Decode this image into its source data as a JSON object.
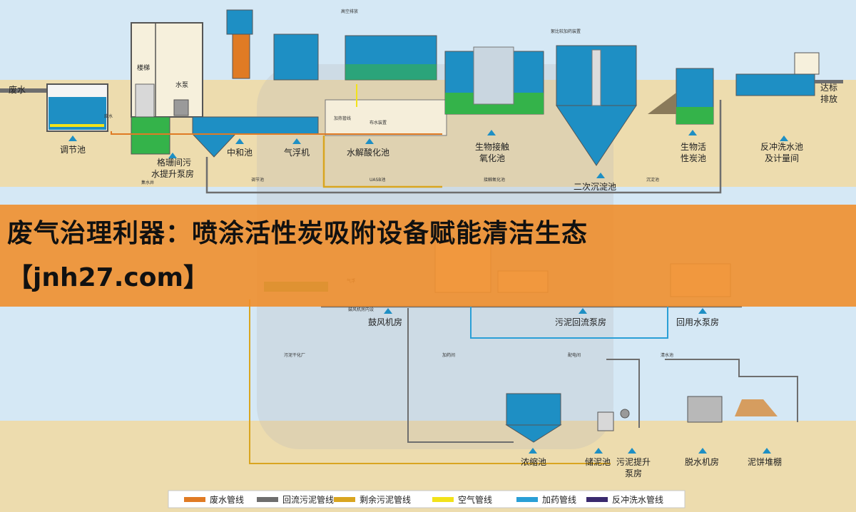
{
  "colors": {
    "sky": "#cfe4f3",
    "ground": "#ecd9a8",
    "water": "#1e8fc4",
    "water_green": "#34b34a",
    "banner": "#f08c28",
    "pipe_waste": "#e07b24",
    "pipe_return": "#6e6e6e",
    "pipe_excess": "#d9a520",
    "pipe_air": "#f2e21a",
    "pipe_dosing": "#2a9fd6",
    "pipe_backwash": "#3a2a6e"
  },
  "banner": {
    "title": "废气治理利器：喷涂活性炭吸附设备赋能清洁生态",
    "url": "【jnh27.com】"
  },
  "labels": {
    "waste_water": "废水",
    "discharge": [
      "达标",
      "排放"
    ],
    "regulating_pool": "调节池",
    "grid_room": [
      "格珊间污",
      "水提升泵房"
    ],
    "neutralizing_pool": "中和池",
    "air_floater": "气浮机",
    "hydrolysis_pool": "水解酸化池",
    "bio_contact": [
      "生物接触",
      "氧化池"
    ],
    "secondary_settling": "二次沉淀池",
    "bio_carbon": [
      "生物活",
      "性炭池"
    ],
    "backwash_pool": [
      "反冲洗水池",
      "及计量间"
    ],
    "stairs": "楼梯",
    "pump": "水泵",
    "blower_room": "鼓风机房",
    "sludge_return_pump": "污泥回流泵房",
    "reuse_pump": "回用水泵房",
    "thickener": "浓缩池",
    "sludge_storage": "储泥池",
    "sludge_lift": [
      "污泥提升",
      "泵房"
    ],
    "dewatering_room": "脱水机房",
    "cake_shed": "泥饼堆棚"
  },
  "small_labels": {
    "high_exhaust": "高空排放",
    "dosing_device": "絮比较加药装置",
    "waste_water_small": "废水",
    "sump": "集水井",
    "reg_pool_small": "调节池",
    "uasb": "UASB池",
    "bio_small": "接触氧化池",
    "settle_small": "沉淀池",
    "heating": "加热管线",
    "distribution": "布水装置",
    "sludge_dry": "污泥干化厂",
    "dosing_room": "加药间",
    "control_room": "配电间",
    "clear_pool": "清水池",
    "blower_small": "鼓风机房内设",
    "air_floater_small": "气浮"
  },
  "legend": [
    {
      "label": "废水管线",
      "color": "#e07b24"
    },
    {
      "label": "回流污泥管线",
      "color": "#6e6e6e"
    },
    {
      "label": "剩余污泥管线",
      "color": "#d9a520"
    },
    {
      "label": "空气管线",
      "color": "#f2e21a"
    },
    {
      "label": "加药管线",
      "color": "#2a9fd6"
    },
    {
      "label": "反冲洗水管线",
      "color": "#3a2a6e"
    }
  ]
}
